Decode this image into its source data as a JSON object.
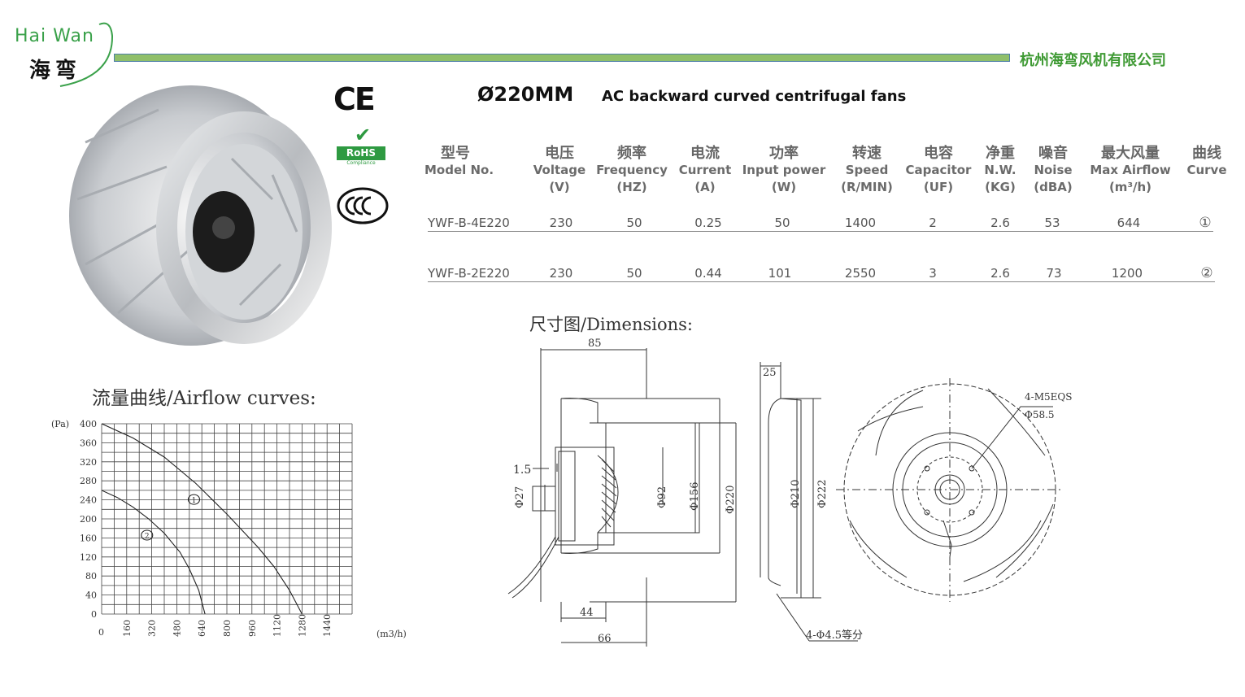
{
  "header": {
    "logo_en": "Hai Wan",
    "logo_cn": "海弯",
    "company": "杭州海弯风机有限公司"
  },
  "title": {
    "model_size": "Ø220MM",
    "product": "AC backward curved centrifugal fans"
  },
  "certifications": {
    "ce": "CE",
    "rohs": "RoHS",
    "rohs_sub": "Compliance"
  },
  "spec_table": {
    "headers": [
      {
        "cn": "型号",
        "en": "Model No.",
        "unit": ""
      },
      {
        "cn": "电压",
        "en": "Voltage",
        "unit": "(V)"
      },
      {
        "cn": "频率",
        "en": "Frequency",
        "unit": "(HZ)"
      },
      {
        "cn": "电流",
        "en": "Current",
        "unit": "(A)"
      },
      {
        "cn": "功率",
        "en": "Input power",
        "unit": "(W)"
      },
      {
        "cn": "转速",
        "en": "Speed",
        "unit": "(R/MIN)"
      },
      {
        "cn": "电容",
        "en": "Capacitor",
        "unit": "(UF)"
      },
      {
        "cn": "净重",
        "en": "N.W.",
        "unit": "(KG)"
      },
      {
        "cn": "噪音",
        "en": "Noise",
        "unit": "(dBA)"
      },
      {
        "cn": "最大风量",
        "en": "Max Airflow",
        "unit": "(m³/h)"
      },
      {
        "cn": "曲线",
        "en": "Curve",
        "unit": ""
      }
    ],
    "rows": [
      [
        "YWF-B-4E220",
        "230",
        "50",
        "0.25",
        "50",
        "1400",
        "2",
        "2.6",
        "53",
        "644",
        "①"
      ],
      [
        "YWF-B-2E220",
        "230",
        "50",
        "0.44",
        "101",
        "2550",
        "3",
        "2.6",
        "73",
        "1200",
        "②"
      ]
    ]
  },
  "dimensions": {
    "title": "尺寸图/Dimensions:",
    "labels": {
      "d85": "85",
      "d1_5": "1.5",
      "d27": "Φ27",
      "d92": "Φ92",
      "d156": "Φ156",
      "d220": "Φ220",
      "d44": "44",
      "d66": "66",
      "d25": "25",
      "d210": "Φ210",
      "d222": "Φ222",
      "holes": "4-Φ4.5等分",
      "m5": "4-M5EQS",
      "d58": "Φ58.5"
    }
  },
  "airflow": {
    "title": "流量曲线/Airflow curves:"
  },
  "chart_data": {
    "type": "line",
    "title": "流量曲线/Airflow curves:",
    "xlabel": "(m3/h)",
    "ylabel": "(Pa)",
    "xlim": [
      0,
      1600
    ],
    "ylim": [
      0,
      400
    ],
    "xticks": [
      "0",
      "160",
      "320",
      "480",
      "640",
      "800",
      "960",
      "1120",
      "1280",
      "1440"
    ],
    "yticks": [
      "400",
      "360",
      "320",
      "280",
      "240",
      "200",
      "160",
      "120",
      "80",
      "40",
      "0"
    ],
    "grid": true,
    "series": [
      {
        "name": "①",
        "x": [
          0,
          200,
          400,
          600,
          800,
          1000,
          1100,
          1200,
          1280
        ],
        "y": [
          400,
          370,
          330,
          275,
          210,
          140,
          100,
          50,
          0
        ]
      },
      {
        "name": "②",
        "x": [
          0,
          100,
          200,
          300,
          400,
          500,
          560,
          620,
          660
        ],
        "y": [
          260,
          245,
          225,
          200,
          170,
          130,
          95,
          50,
          0
        ]
      }
    ]
  }
}
